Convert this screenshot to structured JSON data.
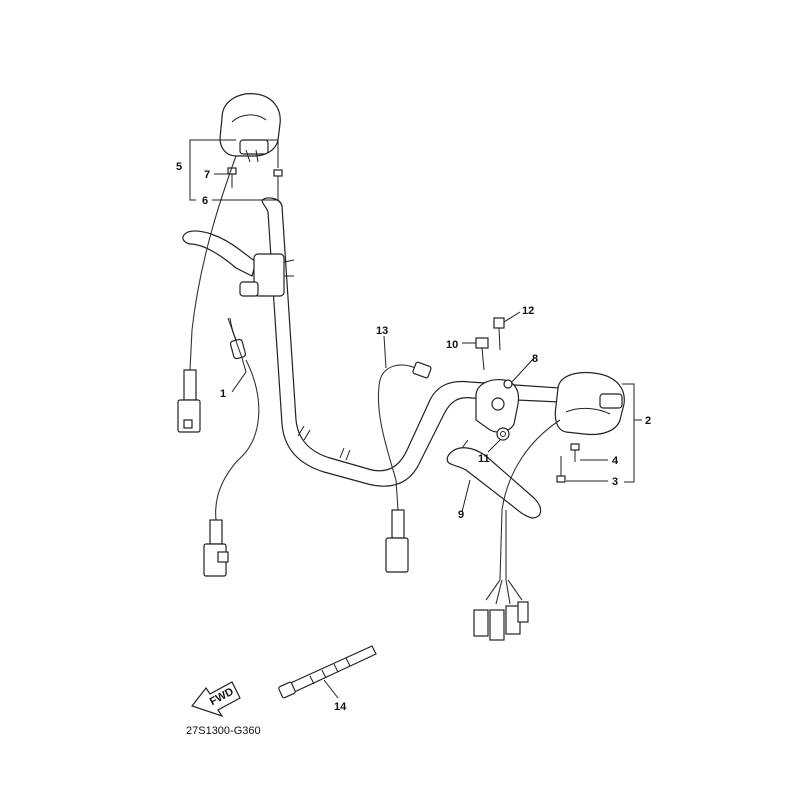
{
  "diagram": {
    "callouts": {
      "c1": "1",
      "c2": "2",
      "c3": "3",
      "c4": "4",
      "c5": "5",
      "c6": "6",
      "c7": "7",
      "c8": "8",
      "c9": "9",
      "c10": "10",
      "c11": "11",
      "c12": "12",
      "c13": "13",
      "c14": "14"
    },
    "fwd_label": "FWD",
    "drawing_code": "27S1300-G360"
  }
}
